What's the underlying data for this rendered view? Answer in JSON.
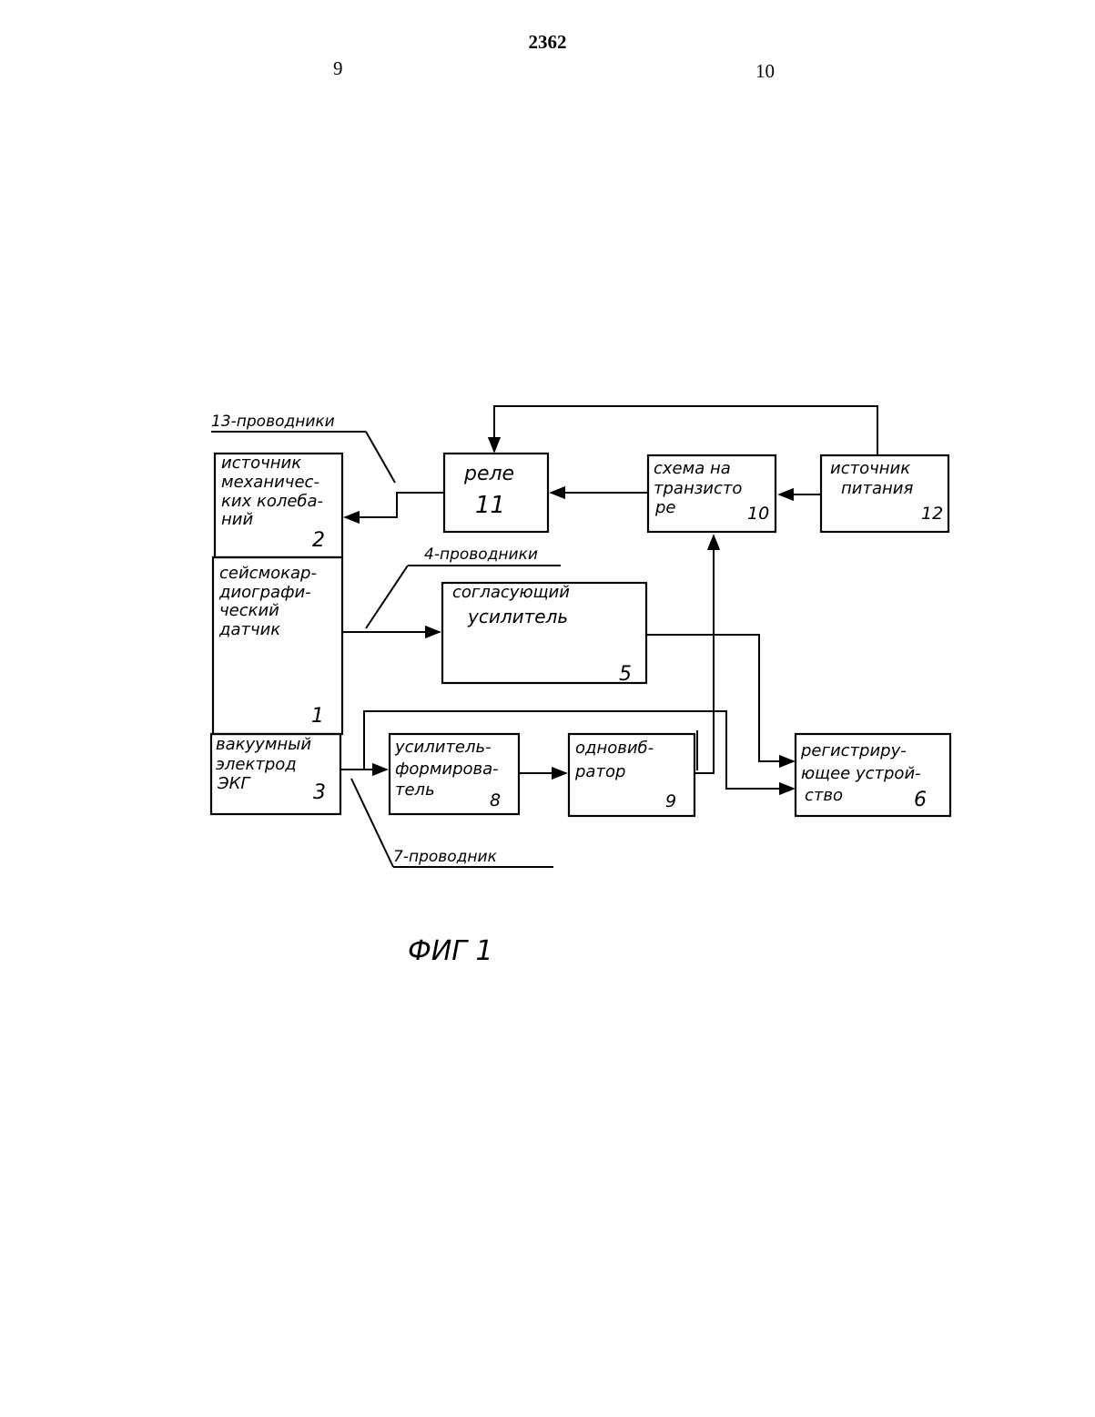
{
  "header": {
    "document_number": "2362",
    "column_left": "9",
    "column_right": "10"
  },
  "blocks": {
    "mech_source": {
      "lines": [
        "источник",
        "механичес-",
        "ких колеба-",
        "ний"
      ],
      "number": "2"
    },
    "seismo_sensor": {
      "lines": [
        "сейсмокар-",
        "диографи-",
        "ческий",
        "датчик"
      ],
      "number": "1"
    },
    "vacuum_electrode": {
      "lines": [
        "вакуумный",
        "электрод",
        "ЭКГ"
      ],
      "number": "3"
    },
    "relay": {
      "lines": [
        "реле"
      ],
      "number": "11"
    },
    "transistor_circuit": {
      "lines": [
        "схема на",
        "транзисто",
        "ре"
      ],
      "number": "10"
    },
    "power_source": {
      "lines": [
        "источник",
        "питания"
      ],
      "number": "12"
    },
    "matching_amp": {
      "lines": [
        "согласующий",
        "усилитель"
      ],
      "number": "5"
    },
    "amp_shaper": {
      "lines": [
        "усилитель-",
        "формирова-",
        "тель"
      ],
      "number": "8"
    },
    "one_shot": {
      "lines": [
        "одновиб-",
        "ратор"
      ],
      "number": "9"
    },
    "recorder": {
      "lines": [
        "регистриру-",
        "ющее устрой-",
        "ство"
      ],
      "number": "6"
    }
  },
  "callouts": {
    "conductors_13": "13-проводники",
    "conductors_4": "4-проводники",
    "conductor_7": "7-проводник"
  },
  "figure_caption": "ФИГ 1"
}
